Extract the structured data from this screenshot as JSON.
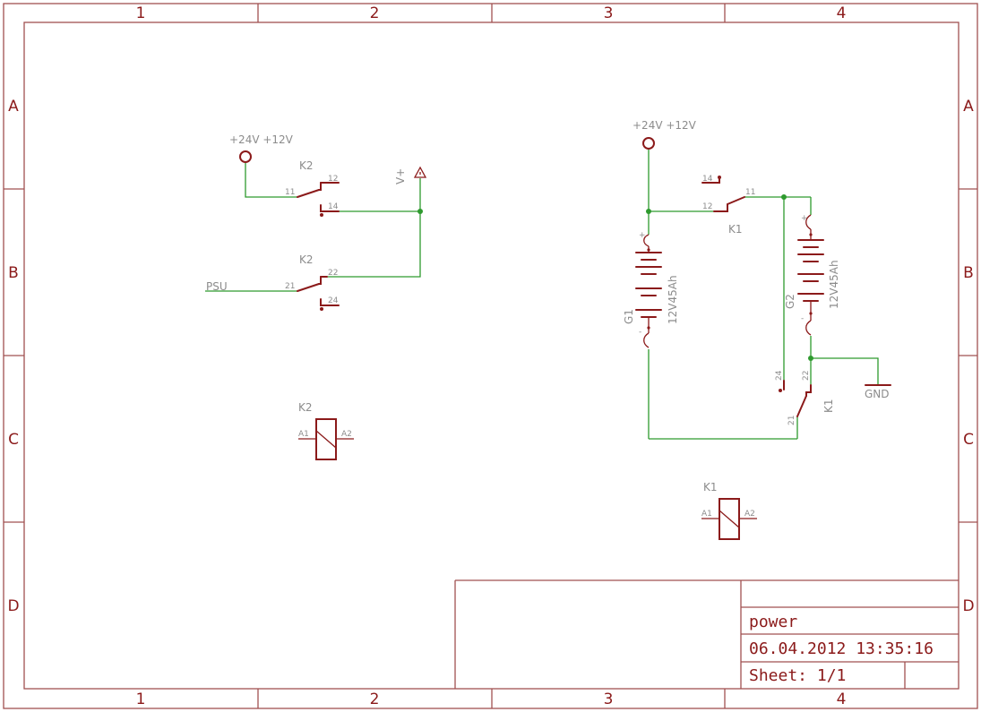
{
  "frame": {
    "columns": [
      "1",
      "2",
      "3",
      "4"
    ],
    "rows": [
      "A",
      "B",
      "C",
      "D"
    ]
  },
  "title_block": {
    "title": "power",
    "datetime": "06.04.2012 13:35:16",
    "sheet": "Sheet: 1/1"
  },
  "supply_left": {
    "label": "+24V +12V"
  },
  "supply_right": {
    "label": "+24V +12V"
  },
  "vplus": {
    "label": "V+"
  },
  "psu": {
    "label": "PSU"
  },
  "gnd": {
    "label": "GND"
  },
  "relay_k2": {
    "contact1": {
      "name": "K2",
      "pins": [
        "11",
        "12",
        "14"
      ]
    },
    "contact2": {
      "name": "K2",
      "pins": [
        "21",
        "22",
        "24"
      ]
    },
    "coil": {
      "name": "K2",
      "a1": "A1",
      "a2": "A2"
    }
  },
  "relay_k1": {
    "contact1": {
      "name": "K1",
      "pins": [
        "11",
        "12",
        "14"
      ]
    },
    "contact2": {
      "name": "K1",
      "pins": [
        "21",
        "22",
        "24"
      ]
    },
    "coil": {
      "name": "K1",
      "a1": "A1",
      "a2": "A2"
    }
  },
  "battery_g1": {
    "name": "G1",
    "value": "12V45Ah"
  },
  "battery_g2": {
    "name": "G2",
    "value": "12V45Ah"
  },
  "colors": {
    "symbol": "#8b1a1a",
    "wire": "#2e9a2e",
    "frame": "#a05050",
    "label": "#8c8c8c"
  }
}
